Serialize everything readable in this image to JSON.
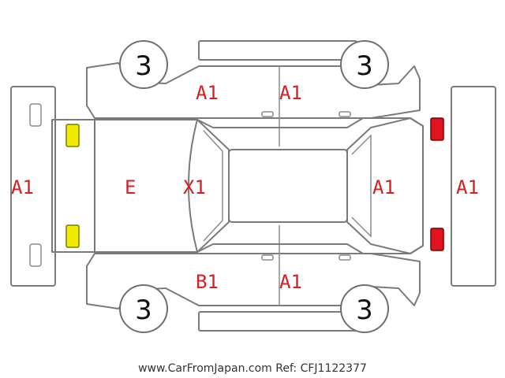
{
  "diagram": {
    "tyres": {
      "front_left": "3",
      "front_right": "3",
      "rear_left": "3",
      "rear_right": "3"
    },
    "damage_codes": {
      "left_bumper": "A1",
      "top_panel_left": "A1",
      "top_panel_right": "A1",
      "engine_area": "E",
      "windshield": "X1",
      "rear_window": "A1",
      "right_bumper": "A1",
      "bottom_panel_left": "B1",
      "bottom_panel_right": "A1"
    },
    "light_colors": {
      "left_lights": "#f2ea00",
      "right_lights": "#e0141e"
    }
  },
  "footer": {
    "reference": "www.CarFromJapan.com Ref: CFJ1122377"
  }
}
